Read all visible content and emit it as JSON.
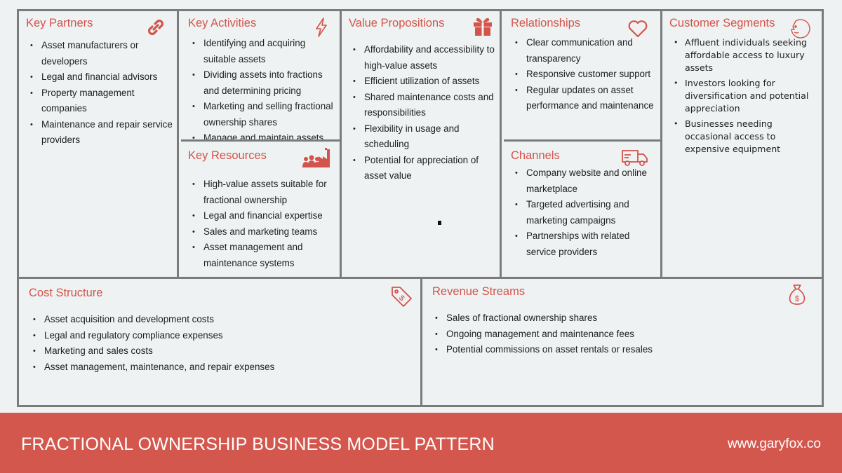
{
  "canvas": {
    "key_partners": {
      "title": "Key Partners",
      "icon": "link-icon",
      "items": [
        "Asset manufacturers or developers",
        "Legal and financial advisors",
        "Property management companies",
        "Maintenance and repair service providers"
      ]
    },
    "key_activities": {
      "title": "Key Activities",
      "icon": "lightning-icon",
      "items": [
        "Identifying and acquiring suitable assets",
        "Dividing assets into fractions and determining pricing",
        "Marketing and selling fractional ownership shares",
        "Manage and maintain  assets"
      ]
    },
    "key_resources": {
      "title": "Key Resources",
      "icon": "factory-icon",
      "items": [
        "High-value assets suitable for fractional ownership",
        "Legal and financial expertise",
        "Sales and marketing teams",
        "Asset management and maintenance systems"
      ]
    },
    "value_propositions": {
      "title": "Value Propositions",
      "icon": "gift-icon",
      "items": [
        "Affordability and accessibility to high-value assets",
        "Efficient utilization of assets",
        "Shared maintenance costs and responsibilities",
        "Flexibility in usage and scheduling",
        "Potential for appreciation of asset value"
      ]
    },
    "relationships": {
      "title": "Relationships",
      "icon": "heart-icon",
      "items": [
        "Clear communication and transparency",
        "Responsive customer support",
        "Regular updates on asset performance and maintenance"
      ]
    },
    "channels": {
      "title": "Channels",
      "icon": "truck-icon",
      "items": [
        "Company website and online marketplace",
        "Targeted advertising and marketing campaigns",
        "Partnerships with related service providers"
      ]
    },
    "customer_segments": {
      "title": "Customer Segments",
      "icon": "face-icon",
      "items": [
        "Affluent individuals seeking affordable access to luxury assets",
        "Investors looking for diversification and potential appreciation",
        "Businesses needing occasional access to expensive equipment"
      ]
    },
    "cost_structure": {
      "title": "Cost Structure",
      "icon": "price-tag-icon",
      "items": [
        "Asset acquisition and development costs",
        "Legal and regulatory compliance expenses",
        "Marketing and sales costs",
        "Asset management, maintenance, and repair expenses"
      ]
    },
    "revenue_streams": {
      "title": "Revenue Streams",
      "icon": "money-bag-icon",
      "items": [
        "Sales of fractional ownership shares",
        "Ongoing management and maintenance fees",
        "Potential commissions on asset rentals or resales"
      ]
    }
  },
  "footer": {
    "title": "FRACTIONAL OWNERSHIP BUSINESS MODEL PATTERN",
    "website": "www.garyfox.co"
  },
  "colors": {
    "accent": "#d4574e",
    "border": "#7b7b7b",
    "background": "#eef2f2"
  }
}
